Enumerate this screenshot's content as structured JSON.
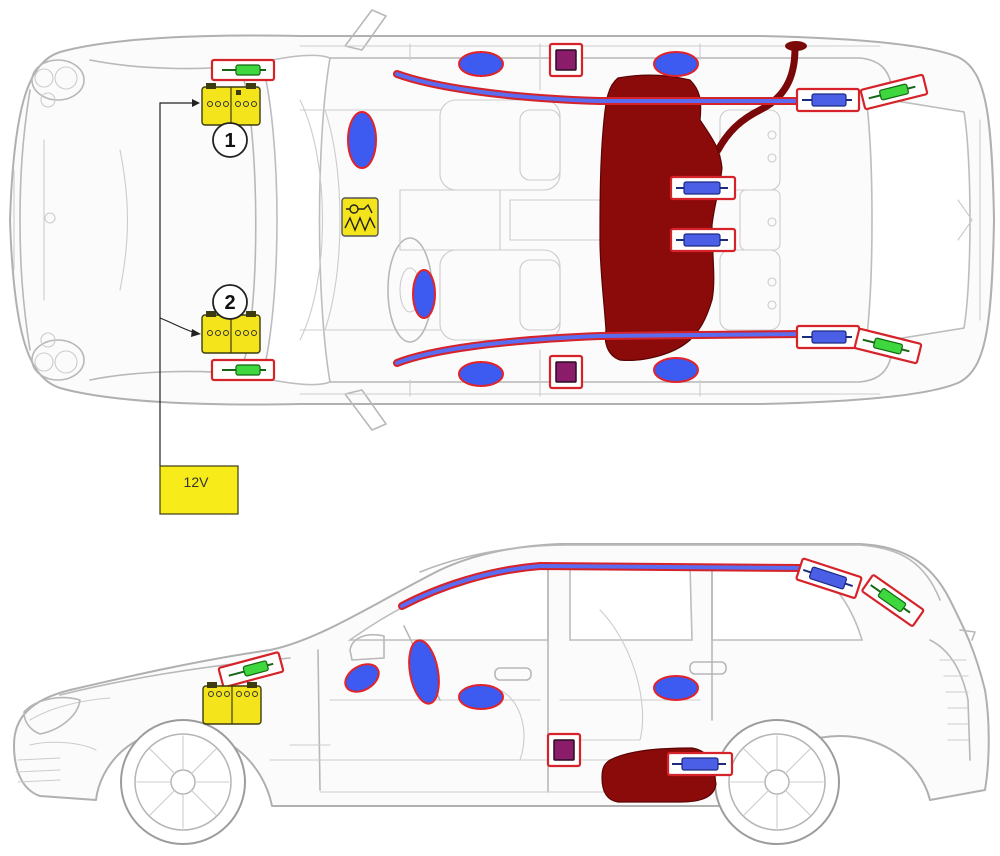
{
  "diagram": {
    "callouts": [
      {
        "number": "1"
      },
      {
        "number": "2"
      }
    ],
    "voltage_label": "12V",
    "components": {
      "airbag_color": "#3d5bf0",
      "curtain_color": "#5a6cf0",
      "outline_color": "#d6232a",
      "tank_color": "#8b0a0a",
      "battery_color": "#f4e41c",
      "sensor_color": "#8a1c6a",
      "generator_green_color": "#3ed83e",
      "generator_blue_color": "#4a5fe6"
    },
    "icons": [
      "battery-icon",
      "airbag-control-unit-icon",
      "gas-generator-icon",
      "side-impact-sensor-icon",
      "fuel-tank-icon"
    ]
  }
}
